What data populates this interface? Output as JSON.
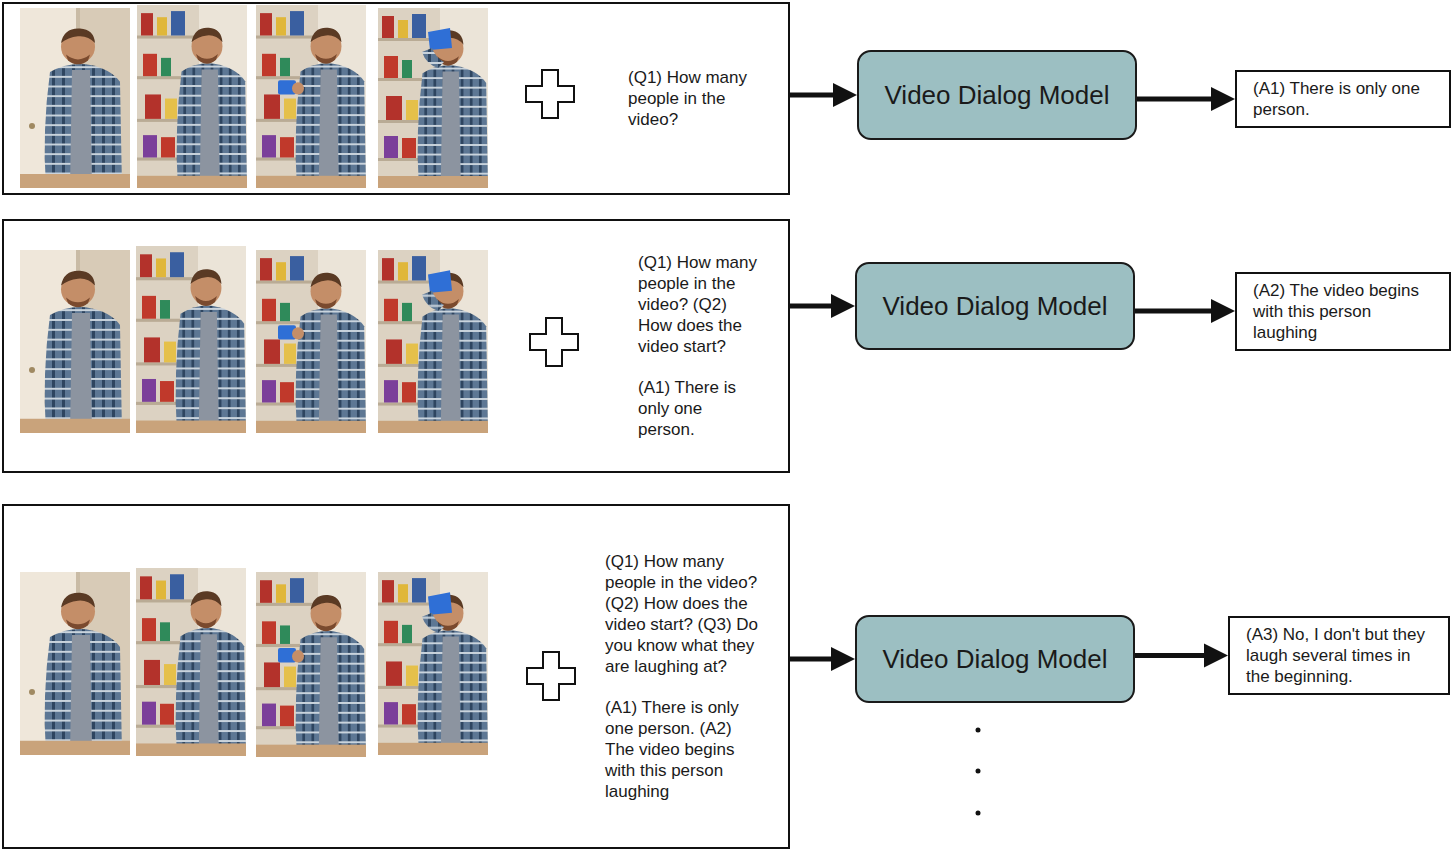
{
  "diagram": {
    "nodes": [
      {
        "text": [
          "(Q1) How many people in the video?"
        ]
      },
      {
        "text": [
          "Video Dialog Model"
        ]
      },
      {
        "text": [
          "(A1) There is only one person."
        ]
      },
      {
        "text": [
          "(Q1) How many people in the video? (Q2) How does the video start?",
          "(A1) There is only one person."
        ]
      },
      {
        "text": [
          "Video Dialog Model"
        ]
      },
      {
        "text": [
          "(A2) The video begins with this person laughing"
        ]
      },
      {
        "text": [
          "(Q1) How many people in the video? (Q2) How does the video start? (Q3) Do you know what they are laughing at?",
          "(A1) There is only one person. (A2) The video begins with this person laughing"
        ]
      },
      {
        "text": [
          "Video Dialog Model"
        ]
      },
      {
        "text": [
          "(A3) No, I don't but they laugh several times in the beginning."
        ]
      }
    ],
    "edges": [
      {
        "from": 0,
        "to": 1,
        "arrow": "to"
      },
      {
        "from": 1,
        "to": 2,
        "arrow": "to"
      },
      {
        "from": 3,
        "to": 4,
        "arrow": "to"
      },
      {
        "from": 4,
        "to": 5,
        "arrow": "to"
      },
      {
        "from": 6,
        "to": 7,
        "arrow": "to"
      },
      {
        "from": 7,
        "to": 8,
        "arrow": "to"
      }
    ]
  }
}
